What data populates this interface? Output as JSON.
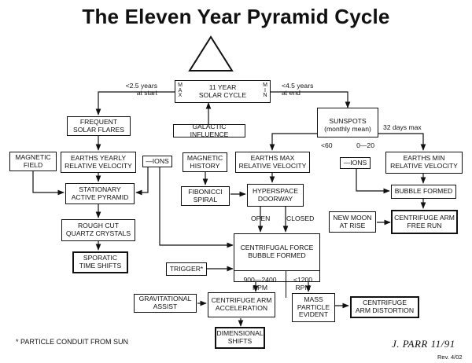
{
  "title": "The Eleven Year Pyramid Cycle",
  "cycle": {
    "label": "11 YEAR\nSOLAR CYCLE",
    "left_tag": "M\nA\nX",
    "right_tag": "M\nI\nN"
  },
  "branch_left": "<2.5 years\nat start",
  "branch_right": "<4.5 years\nat end",
  "galactic": "GALACTIC INFLUENCE",
  "solar_flares": "FREQUENT\nSOLAR FLARES",
  "sunspots": {
    "label": "SUNSPOTS\n(monthly mean)",
    "low": "<60",
    "range": "0—20"
  },
  "days_max": "32 days max",
  "magnetic_field": "MAGNETIC\nFIELD",
  "earths_yearly": "EARTHS YEARLY\nRELATIVE VELOCITY",
  "ions_left": "—IONS",
  "magnetic_history": "MAGNETIC\nHISTORY",
  "earths_max": "EARTHS MAX\nRELATIVE VELOCITY",
  "ions_right": "—IONS",
  "earths_min": "EARTHS MIN\nRELATIVE VELOCITY",
  "stationary": "STATIONARY\nACTIVE PYRAMID",
  "fibonacci": "FIBONICCI\nSPIRAL",
  "hyperspace": "HYPERSPACE\nDOORWAY",
  "bubble_formed": "BUBBLE FORMED",
  "open": "OPEN",
  "closed": "CLOSED",
  "new_moon": "NEW MOON\nAT RISE",
  "centrifuge_free": "CENTRIFUGE ARM\nFREE RUN",
  "rough_cut": "ROUGH CUT\nQUARTZ CRYSTALS",
  "centrifugal": {
    "label": "CENTRIFUGAL FORCE\nBUBBLE FORMED",
    "rpm_left": "900—2400\nRPM",
    "rpm_right": "<1200\nRPM"
  },
  "sporatic": "SPORATIC\nTIME SHIFTS",
  "trigger": "TRIGGER*",
  "gravitational": "GRAVITATIONAL\nASSIST",
  "accel": "CENTRIFUGE ARM\nACCELERATION",
  "mass": "MASS\nPARTICLE\nEVIDENT",
  "distortion": "CENTRIFUGE\nARM DISTORTION",
  "dimensional": "DIMENSIONAL\nSHIFTS",
  "footnote": "* PARTICLE CONDUIT FROM SUN",
  "author": "J. PARR 11/91",
  "revision": "Rev. 4/02"
}
